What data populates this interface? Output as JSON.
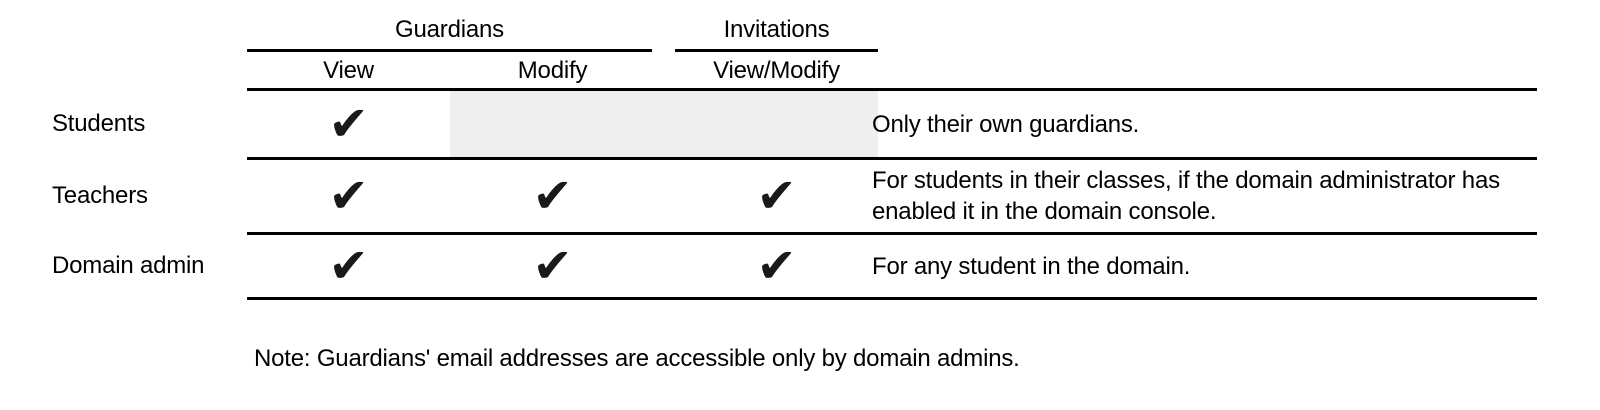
{
  "colors": {
    "text": "#000000",
    "rule": "#000000",
    "disabled_cell": "#efefef",
    "check": "#1a1a1a"
  },
  "table": {
    "column_groups": [
      {
        "label": "Guardians",
        "columns": [
          "View",
          "Modify"
        ]
      },
      {
        "label": "Invitations",
        "columns": [
          "View/Modify"
        ]
      }
    ],
    "rows": [
      {
        "label": "Students",
        "view": "✔",
        "modify": "",
        "view_modify": "",
        "modify_disabled": true,
        "note": "Only their own guardians."
      },
      {
        "label": "Teachers",
        "view": "✔",
        "modify": "✔",
        "view_modify": "✔",
        "modify_disabled": false,
        "note": "For students in their classes, if the domain administrator has enabled it in the domain console."
      },
      {
        "label": "Domain admin",
        "view": "✔",
        "modify": "✔",
        "view_modify": "✔",
        "modify_disabled": false,
        "note": "For any student in the domain."
      }
    ]
  },
  "footnote": "Note: Guardians' email addresses are accessible only by domain admins."
}
